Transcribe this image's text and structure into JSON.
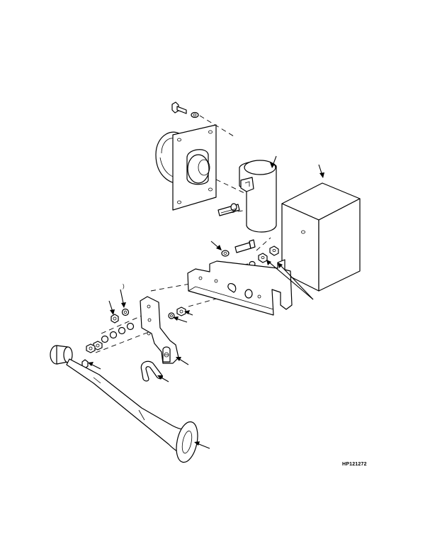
{
  "figure": {
    "id_label": "HP121272",
    "callout_text": ")"
  },
  "colors": {
    "line": "#000000",
    "background": "#ffffff"
  },
  "parts": [
    "mounting-bolt",
    "compressor-plate",
    "air-valve",
    "control-box",
    "mounting-bracket",
    "horn-bracket",
    "u-clip",
    "air-horn"
  ]
}
